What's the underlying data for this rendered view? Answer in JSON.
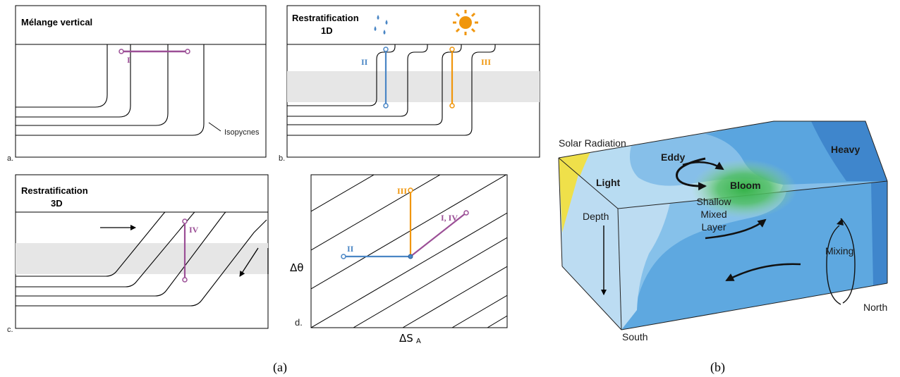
{
  "colors": {
    "purple": "#9B4F96",
    "blue": "#4A86C5",
    "orange": "#F0960C",
    "grey_band": "#E6E6E6",
    "line": "#000000"
  },
  "panel_a": {
    "title": "Mélange vertical",
    "corner": "a.",
    "marker": "I",
    "isopycnal_label": "Isopycnes"
  },
  "panel_b": {
    "title_line1": "Restratification",
    "title_line2": "1D",
    "corner": "b.",
    "marker_blue": "II",
    "marker_orange": "III",
    "icons": [
      "rain-drops-icon",
      "sun-icon"
    ]
  },
  "panel_c": {
    "title_line1": "Restratification",
    "title_line2": "3D",
    "corner": "c.",
    "marker": "IV"
  },
  "panel_d": {
    "corner": "d.",
    "ylabel": "Δθ",
    "xlabel_main": "ΔS",
    "xlabel_sub": "A",
    "marker_orange": "III",
    "marker_purple": "I, IV",
    "marker_blue": "II"
  },
  "caption_a": "(a)",
  "block": {
    "solar": "Solar Radiation",
    "eddy": "Eddy",
    "heavy": "Heavy",
    "light": "Light",
    "bloom": "Bloom",
    "shallow1": "Shallow",
    "shallow2": "Mixed",
    "shallow3": "Layer",
    "depth": "Depth",
    "mixing": "Mixing",
    "north": "North",
    "south": "South"
  },
  "caption_b": "(b)"
}
